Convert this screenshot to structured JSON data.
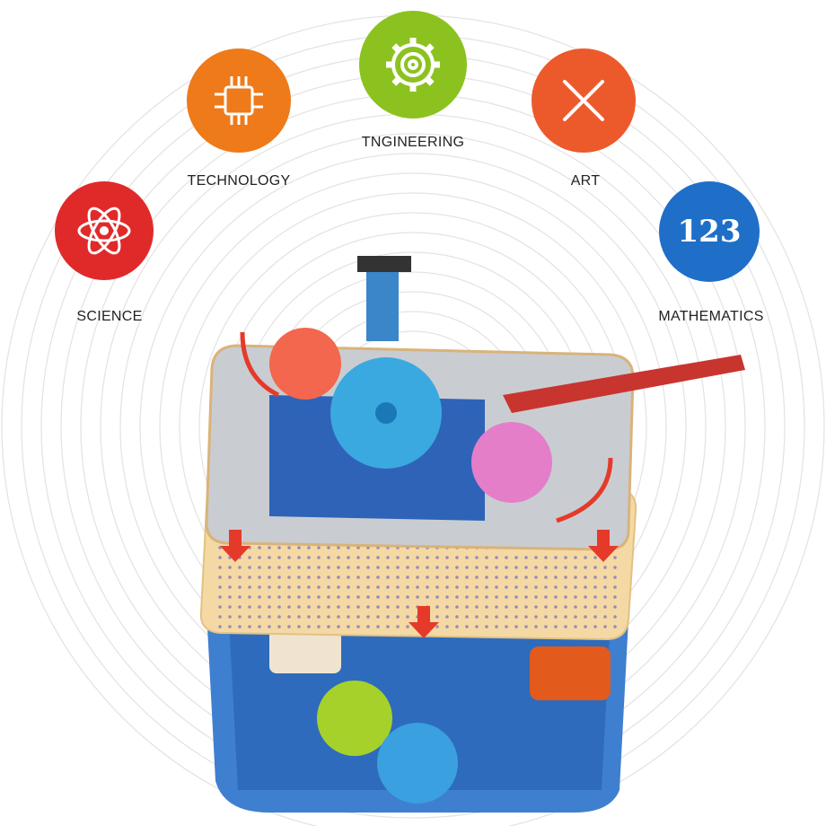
{
  "categories": [
    {
      "key": "science",
      "label": "SCIENCE",
      "color": "#e02a2a",
      "icon": "atom-icon"
    },
    {
      "key": "technology",
      "label": "TECHNOLOGY",
      "color": "#ee7a1a",
      "icon": "circuit-icon"
    },
    {
      "key": "engineering",
      "label": "TNGINEERING",
      "color": "#8cc21f",
      "icon": "gear-icon"
    },
    {
      "key": "art",
      "label": "ART",
      "color": "#ec5a2c",
      "icon": "pencil-brush-icon"
    },
    {
      "key": "mathematics",
      "label": "MATHEMATICS",
      "color": "#1f6fc8",
      "icon": "numbers-icon",
      "numbers": "123"
    }
  ]
}
